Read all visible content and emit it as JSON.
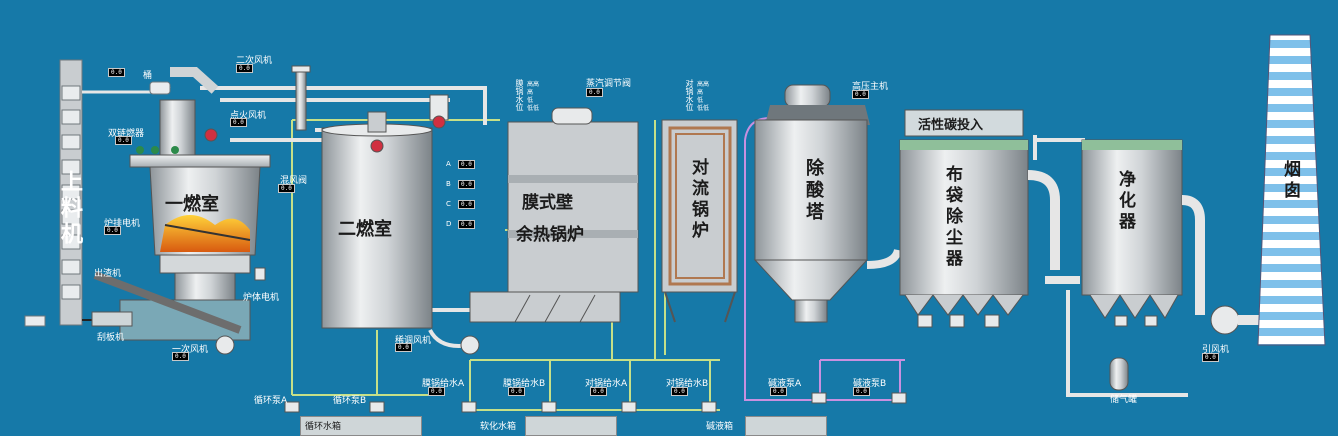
{
  "units": {
    "feeder": "上料机",
    "first_chamber": "一燃室",
    "second_chamber": "二燃室",
    "membrane_boiler": [
      "膜式壁",
      "余热锅炉"
    ],
    "convection_boiler": "对流锅炉",
    "acid_tower": "除酸塔",
    "activated_carbon": "活性碳投入",
    "bag_filter": "布袋除尘器",
    "purifier": "净化器",
    "chimney": "烟囱"
  },
  "labels": {
    "silo": "桶",
    "secondary_fan": "二次风机",
    "ignition_fan": "点火风机",
    "dual_burner": "双链燃器",
    "furnace_motor": "炉排电机",
    "furnace_motor_2": "炉体电机",
    "slag_machine": "出渣机",
    "scraper": "刮板机",
    "primary_fan": "一次风机",
    "mix_valve": "混风阀",
    "dilute_fan": "稀调风机",
    "steam_valve": "蒸汽调节阀",
    "membrane_water_level": "膜锅水位",
    "convection_water_level": "对锅水位",
    "level_states": [
      "高高",
      "高",
      "低",
      "低低"
    ],
    "high_pressure_fan": "高压主机",
    "induced_fan": "引风机",
    "gas_tank": "储气罐",
    "circ_pump_a": "循环泵A",
    "circ_pump_b": "循环泵B",
    "circ_tank": "循环水箱",
    "membrane_feed_a": "膜锅给水A",
    "membrane_feed_b": "膜锅给水B",
    "convection_feed_a": "对锅给水A",
    "convection_feed_b": "对锅给水B",
    "soft_tank": "软化水箱",
    "alkali_pump_a": "碱液泵A",
    "alkali_pump_b": "碱液泵B",
    "alkali_tank": "碱液箱",
    "gauge_a": "A",
    "gauge_b": "B",
    "gauge_c": "C",
    "gauge_d": "D"
  },
  "readout_value": "0.0",
  "colors": {
    "background": "#1679a8",
    "steel": "#c9cdd0",
    "pipe_white": "#e6e6e6",
    "pipe_green": "#c6e088",
    "pipe_purple": "#c890e0",
    "fire": "#f08020"
  }
}
